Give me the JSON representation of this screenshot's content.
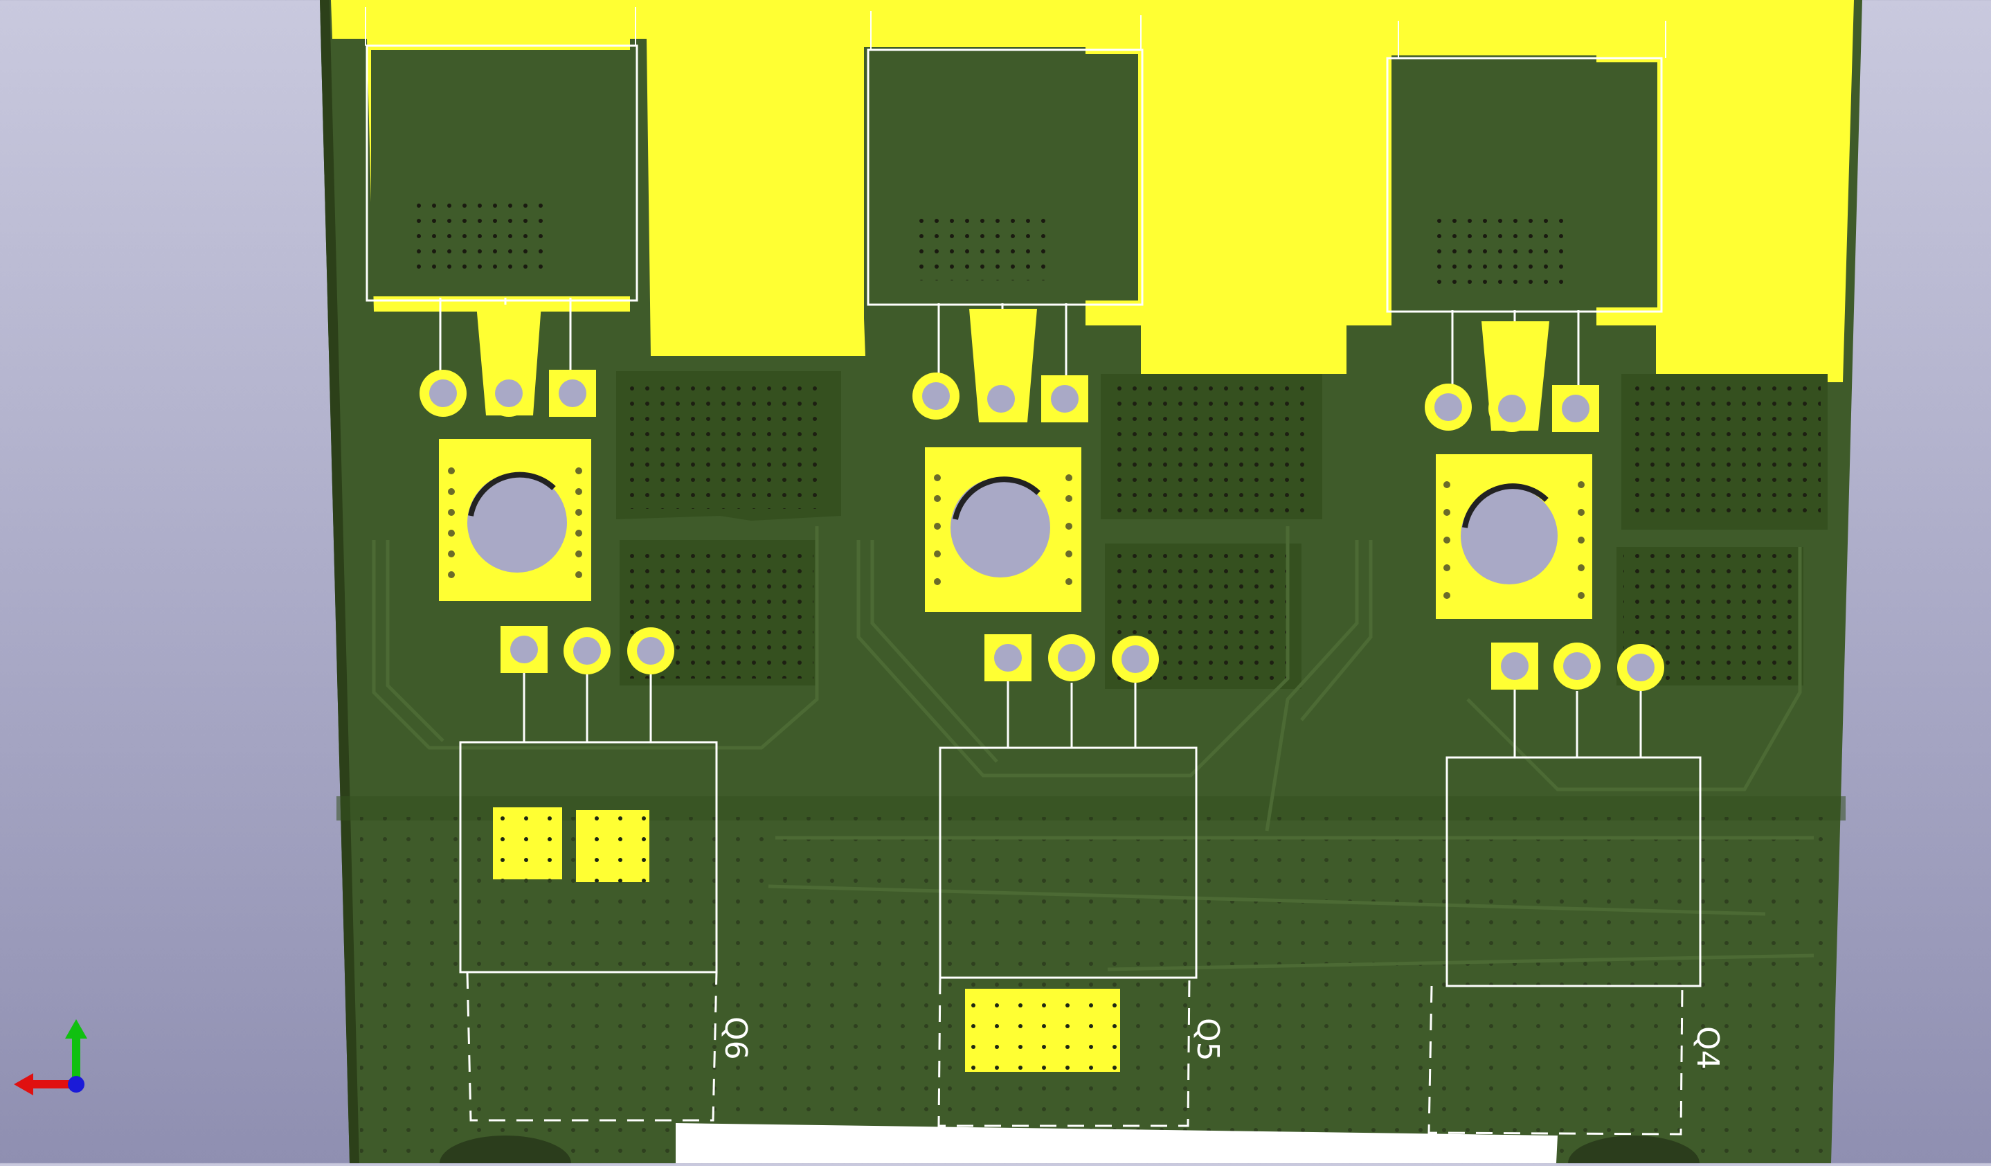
{
  "view": {
    "type": "3d-pcb-view",
    "background": "#b3b3cc",
    "board_color": "#3f5b2a",
    "copper_color": "#ffff33",
    "silk_color": "#ffffff",
    "drill_color": "#a9a9c6",
    "axis_colors": {
      "x": "#e01010",
      "y": "#10c010",
      "z": "#1a1ad8"
    }
  },
  "components": [
    {
      "ref": "Q6",
      "icon": "power-transistor-footprint"
    },
    {
      "ref": "Q5",
      "icon": "power-transistor-footprint"
    },
    {
      "ref": "Q4",
      "icon": "power-transistor-footprint"
    }
  ],
  "axis_gizmo": {
    "icon": "xyz-axis-gizmo"
  }
}
